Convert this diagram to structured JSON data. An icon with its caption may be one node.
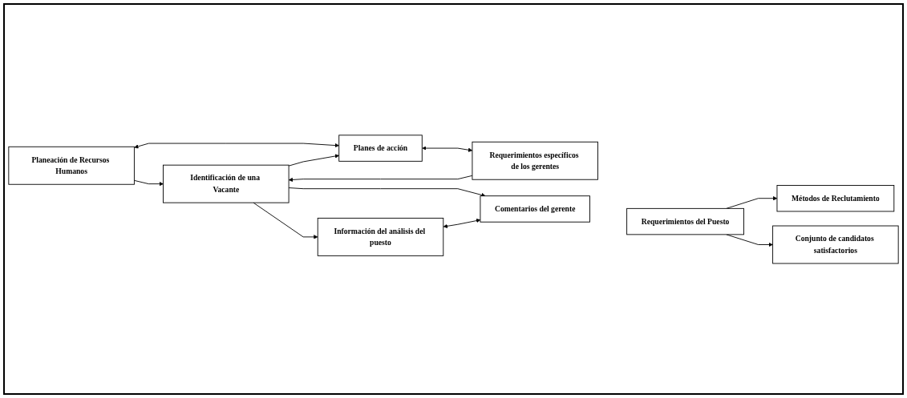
{
  "diagram": {
    "nodes": [
      {
        "text": [
          "Planeación de Recursos Humanos"
        ]
      },
      {
        "text": [
          "Planes de acción"
        ]
      },
      {
        "text": [
          "Requerimientos específicos de los gerentes"
        ]
      },
      {
        "text": [
          "Identificación de una Vacante"
        ]
      },
      {
        "text": [
          "Información del análisis del puesto"
        ]
      },
      {
        "text": [
          "Comentarios del gerente"
        ]
      },
      {
        "text": [
          "Requerimientos del Puesto"
        ]
      },
      {
        "text": [
          "Métodos de Reclutamiento"
        ]
      },
      {
        "text": [
          "Conjunto de candidatos satisfactorios"
        ]
      }
    ],
    "edges": [
      {
        "from": 0,
        "to": 3,
        "arrow": "to"
      },
      {
        "from": 0,
        "to": 1,
        "arrow": "both"
      },
      {
        "from": 1,
        "to": 2,
        "arrow": "both"
      },
      {
        "from": 3,
        "to": 1,
        "arrow": "to"
      },
      {
        "from": 2,
        "to": 3,
        "arrow": "to"
      },
      {
        "from": 3,
        "to": 4,
        "arrow": "to"
      },
      {
        "from": 3,
        "to": 5,
        "arrow": "to"
      },
      {
        "from": 4,
        "to": 5,
        "arrow": "both"
      },
      {
        "from": 6,
        "to": 7,
        "arrow": "to"
      },
      {
        "from": 6,
        "to": 8,
        "arrow": "to"
      }
    ]
  }
}
